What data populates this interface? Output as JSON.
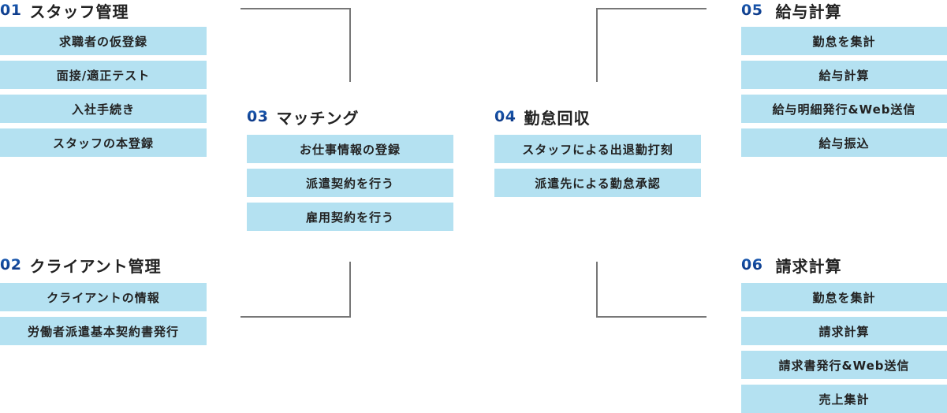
{
  "groups": [
    {
      "number": "01",
      "title": "スタッフ管理",
      "items": [
        "求職者の仮登録",
        "面接/適正テスト",
        "入社手続き",
        "スタッフの本登録"
      ]
    },
    {
      "number": "02",
      "title": "クライアント管理",
      "items": [
        "クライアントの情報",
        "労働者派遣基本契約書発行"
      ]
    },
    {
      "number": "03",
      "title": "マッチング",
      "items": [
        "お仕事情報の登録",
        "派遣契約を行う",
        "雇用契約を行う"
      ]
    },
    {
      "number": "04",
      "title": "勤怠回収",
      "items": [
        "スタッフによる出退勤打刻",
        "派遣先による勤怠承認"
      ]
    },
    {
      "number": "05",
      "title": "給与計算",
      "items": [
        "勤怠を集計",
        "給与計算",
        "給与明細発行&Web送信",
        "給与振込"
      ]
    },
    {
      "number": "06",
      "title": "請求計算",
      "items": [
        "勤怠を集計",
        "請求計算",
        "請求書発行&Web送信",
        "売上集計"
      ]
    }
  ],
  "colors": {
    "number": "#0b3d91",
    "box": "#b4e1f1",
    "text": "#222222",
    "connector": "#777777"
  }
}
